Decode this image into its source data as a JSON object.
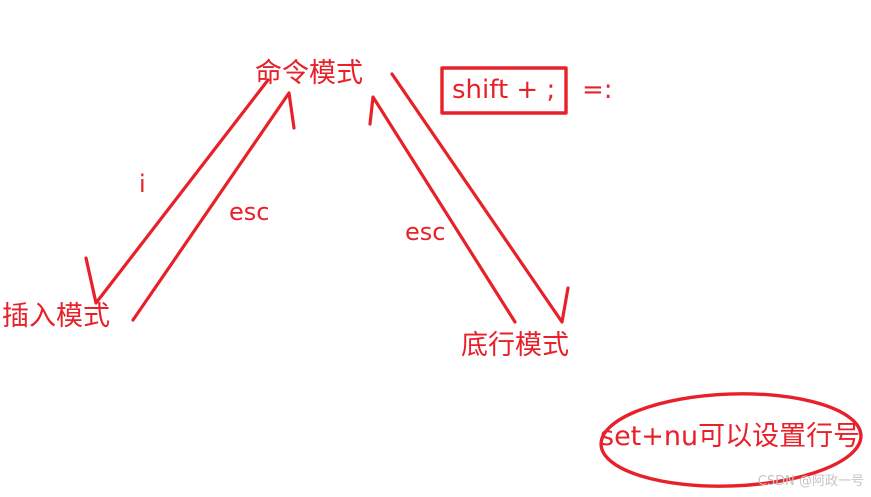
{
  "colors": {
    "ink": "#e8202a",
    "watermark": "#c4c4c4",
    "background": "#ffffff"
  },
  "nodes": {
    "command_mode": "命令模式",
    "insert_mode": "插入模式",
    "bottom_line_mode": "底行模式"
  },
  "edges": {
    "to_insert": "i",
    "insert_to_command": "esc",
    "bottom_to_command": "esc"
  },
  "notes": {
    "shortcut": "shift + ;",
    "equals_colon": "=:",
    "line_numbers": "set+nu可以设置行号"
  },
  "watermark": "CSDN @阿政一号"
}
